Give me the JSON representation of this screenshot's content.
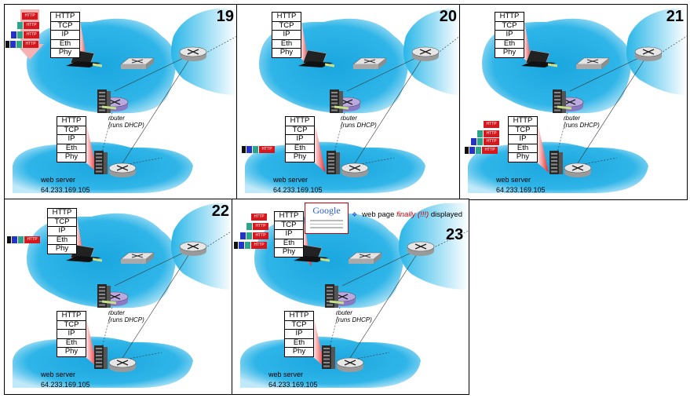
{
  "stack_layers": [
    "HTTP",
    "TCP",
    "IP",
    "Eth",
    "Phy"
  ],
  "router_label": "router\n(runs DHCP)",
  "server_label": "web server",
  "server_ip": "64.233.169.105",
  "packet_tag": "HTTP",
  "panels": [
    {
      "number": "19"
    },
    {
      "number": "20"
    },
    {
      "number": "21"
    },
    {
      "number": "22"
    },
    {
      "number": "23"
    }
  ],
  "caption": {
    "bullet": "❖",
    "before": "web page ",
    "emph": "finally (!!!)",
    "after": " displayed"
  },
  "google_logo": "Google",
  "colors": {
    "cloud": "#29b6e8",
    "beam": "#e8262b",
    "frame_black": "#111111",
    "frame_blue": "#2433c9",
    "frame_green": "#2ca58a",
    "frame_red": "#d6171d"
  },
  "icons": [
    "laptop-icon",
    "switch-icon",
    "router-icon",
    "server-icon"
  ]
}
